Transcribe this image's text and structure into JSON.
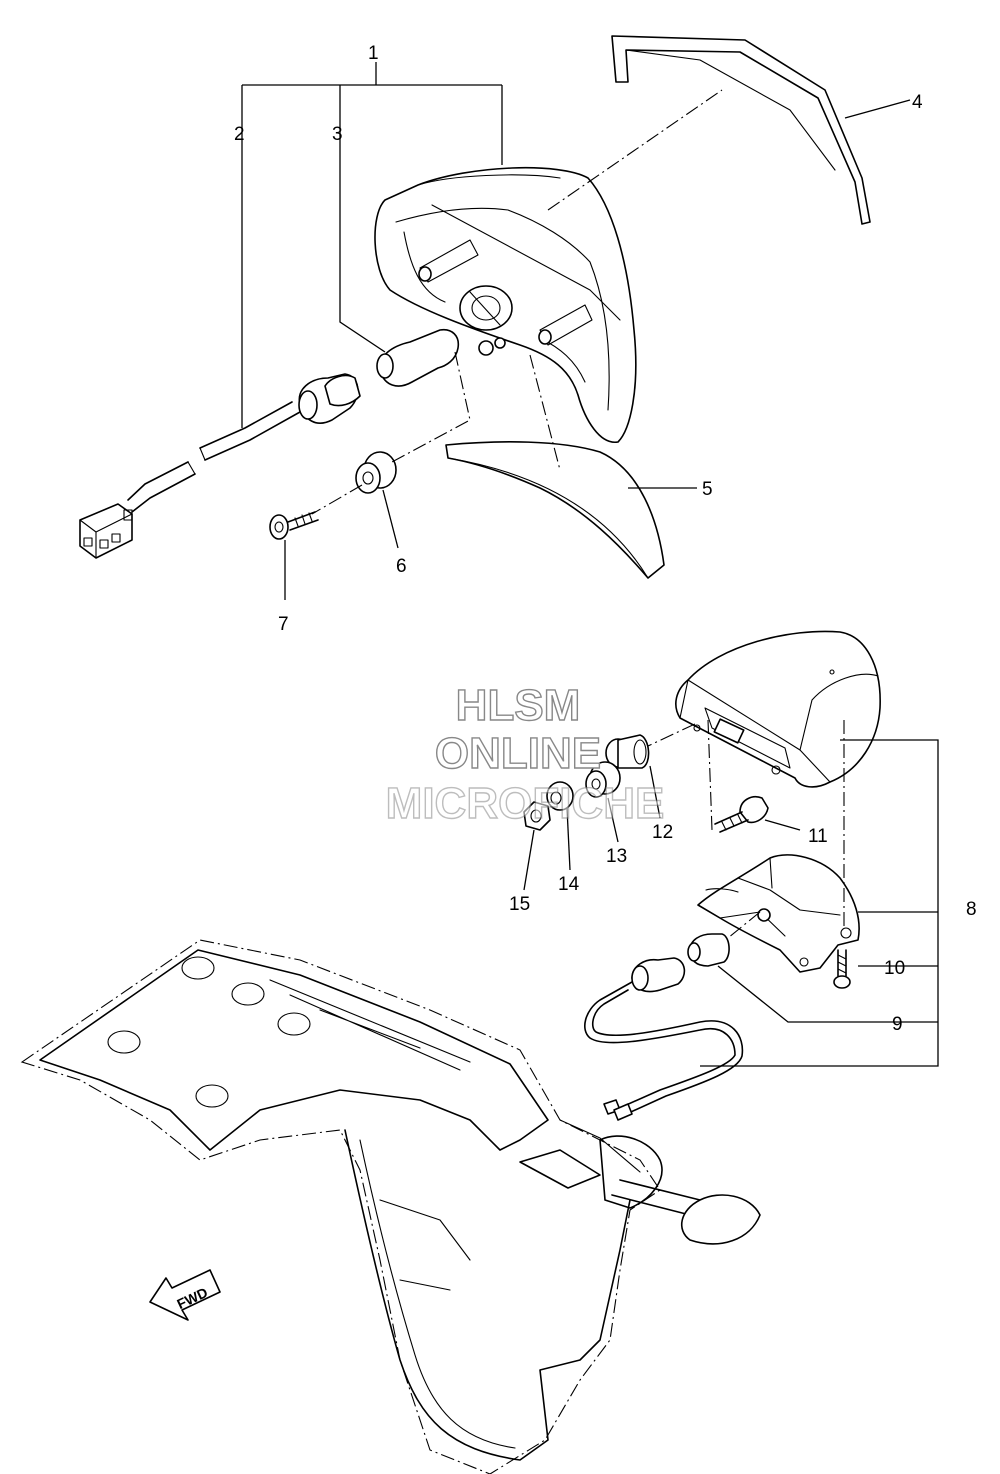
{
  "watermark": {
    "line1": "HLSM",
    "line2": "ONLINE",
    "line3": "MICROFICHE",
    "color": "#8a8a8a"
  },
  "direction_arrow": {
    "label": "FWD"
  },
  "callouts": [
    {
      "num": "1",
      "part": "tail-light-assembly"
    },
    {
      "num": "2",
      "part": "cord-and-socket"
    },
    {
      "num": "3",
      "part": "bulb"
    },
    {
      "num": "4",
      "part": "upper-lens-cover"
    },
    {
      "num": "5",
      "part": "lower-lens-cover"
    },
    {
      "num": "6",
      "part": "grommet"
    },
    {
      "num": "7",
      "part": "screw-with-washer"
    },
    {
      "num": "8",
      "part": "license-light-assembly"
    },
    {
      "num": "9",
      "part": "license-bulb"
    },
    {
      "num": "10",
      "part": "screw"
    },
    {
      "num": "11",
      "part": "bolt"
    },
    {
      "num": "12",
      "part": "collar"
    },
    {
      "num": "13",
      "part": "damper"
    },
    {
      "num": "14",
      "part": "washer"
    },
    {
      "num": "15",
      "part": "nut"
    }
  ],
  "line_color": "#000000",
  "background": "#ffffff"
}
